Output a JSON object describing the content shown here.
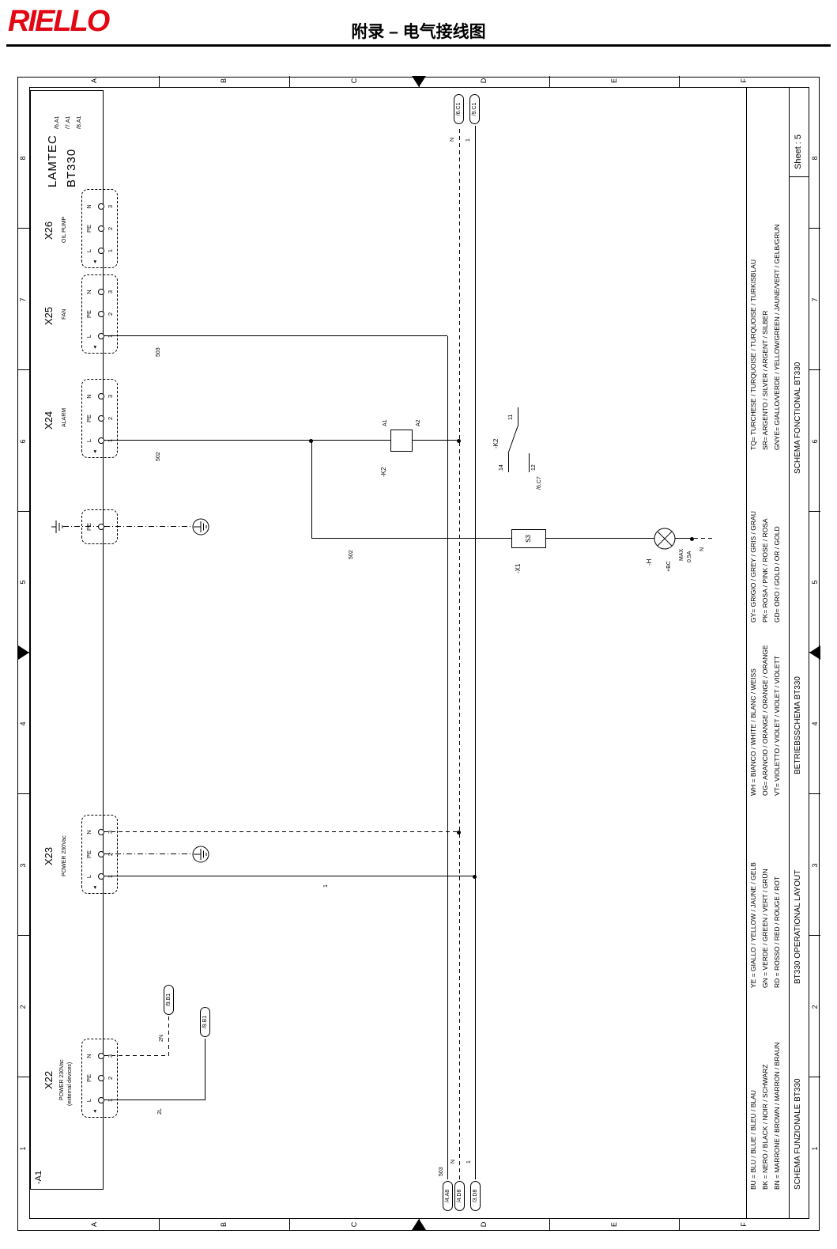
{
  "header": {
    "logo": "RIELLO",
    "doc_title": "附录 – 电气接线图"
  },
  "grid": {
    "cols": [
      "1",
      "2",
      "3",
      "4",
      "5",
      "6",
      "7",
      "8"
    ],
    "rows": [
      "A",
      "B",
      "C",
      "D",
      "E",
      "F"
    ]
  },
  "icons": {
    "flow_arrow": "◄"
  },
  "device": {
    "label": "-A1",
    "name1": "LAMTEC",
    "name2": "BT330",
    "refs": [
      "/6.A1",
      "/7.A1",
      "/8.A1"
    ]
  },
  "groups": {
    "x22": {
      "id": "X22",
      "desc1": "POWER 230Vac",
      "desc2": "(external devices)",
      "pins": [
        "L",
        "PE",
        "N"
      ],
      "nums": [
        "1",
        "2",
        "3"
      ]
    },
    "x23": {
      "id": "X23",
      "desc1": "POWER 230Vac",
      "pins": [
        "L",
        "PE",
        "N"
      ],
      "nums": [
        "1",
        "2",
        "3"
      ]
    },
    "pe": {
      "id": "PE"
    },
    "x24": {
      "id": "X24",
      "desc1": "ALARM",
      "pins": [
        "L",
        "PE",
        "N"
      ],
      "nums": [
        "1",
        "2",
        "3"
      ]
    },
    "x25": {
      "id": "X25",
      "desc1": "FAN",
      "pins": [
        "L",
        "PE",
        "N"
      ],
      "nums": [
        "1",
        "2",
        "3"
      ]
    },
    "x26": {
      "id": "X26",
      "desc1": "OIL PUMP",
      "pins": [
        "L",
        "PE",
        "N"
      ],
      "nums": [
        "1",
        "2",
        "3"
      ]
    }
  },
  "wires": {
    "w503": "503",
    "w502": "502",
    "w2l": "2L",
    "w2n": "2N",
    "w1": "1",
    "n": "N"
  },
  "flags": {
    "f503_left": "/4.A8",
    "fn_left": "/4.D8",
    "f1_left": "/3.D8",
    "fn_right": "/6.C1",
    "f1_right": "/9.C1",
    "f2l": "/9.B1",
    "f2n": "/9.B1"
  },
  "relay": {
    "coil_id": "-K2",
    "a1": "A1",
    "a2": "A2",
    "contact_id": "-K2",
    "t14": "14",
    "t11": "11",
    "t12": "12",
    "ref": "/6.C7"
  },
  "xterm": {
    "id": "-X1",
    "s3": "S3"
  },
  "lamp": {
    "id": "-H",
    "bc": "+BC",
    "max1": "MAX",
    "max2": "0.5A",
    "n": "N"
  },
  "titleblock": {
    "legend": [
      {
        "l1": "BU = BLU / BLUE / BLEU / BLAU",
        "l2": "BK = NERO / BLACK / NOIR / SCHWARZ",
        "l3": "BN = MARRONE / BROWN / MARRON / BRAUN"
      },
      {
        "l1": "YE = GIALLO / YELLOW / JAUNE / GELB",
        "l2": "GN = VERDE / GREEN / VERT / GRÜN",
        "l3": "RD = ROSSO / RED / ROUGE / ROT"
      },
      {
        "l1": "WH = BIANCO / WHITE / BLANC / WEISS",
        "l2": "OG= ARANCIO / ORANGE / ORANGE / ORANGE",
        "l3": "VT= VIOLETTO / VIOLET / VIOLET / VIOLETT"
      },
      {
        "l1": "GY= GRIGIO / GREY / GRIS / GRAU",
        "l2": "PK= ROSA / PINK / ROSE / ROSA",
        "l3": "GD= ORO / GOLD / OR / GOLD"
      },
      {
        "l1": "TQ= TURCHESE / TURQUOISE / TURQUOISE / TURKISBLAU",
        "l2": "SR= ARGENTO / SILVER / ARGENT / SILBER",
        "l3": "GNYE= GIALLO/VERDE / YELLOW/GREEN / JAUNE/VERT / GELB/GRUN"
      }
    ],
    "title_it": "SCHEMA FUNZIONALE BT330",
    "title_en": "BT330 OPERATIONAL LAYOUT",
    "title_de": "BETRIEBSSCHEMA BT330",
    "title_fr": "SCHEMA FONCTIONAL BT330",
    "sheet": "Sheet : 5"
  },
  "colors": {
    "accent": "#e30613"
  }
}
